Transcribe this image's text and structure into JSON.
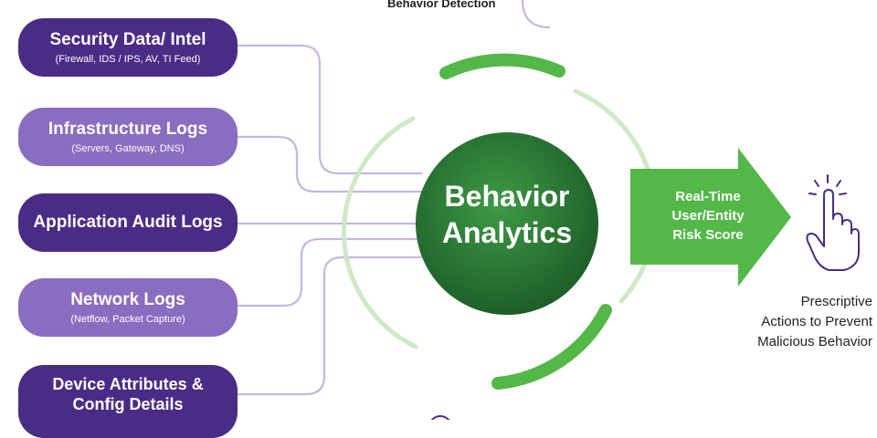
{
  "top_label": "Behavior Detection",
  "sources": [
    {
      "title": "Security Data/ Intel",
      "subtitle": "(Firewall, IDS / IPS,  AV,  TI Feed)",
      "style": "dark"
    },
    {
      "title": "Infrastructure Logs",
      "subtitle": "(Servers, Gateway, DNS)",
      "style": "light"
    },
    {
      "title": "Application Audit Logs",
      "subtitle": "",
      "style": "dark"
    },
    {
      "title": "Network Logs",
      "subtitle": "(Netflow, Packet Capture)",
      "style": "light"
    },
    {
      "title": "Device Attributes & Config Details",
      "subtitle": "",
      "style": "dark"
    }
  ],
  "hub": {
    "line1": "Behavior",
    "line2": "Analytics"
  },
  "output_arrow": {
    "line1": "Real-Time",
    "line2": "User/Entity",
    "line3": "Risk Score"
  },
  "action": {
    "line1": "Prescriptive",
    "line2": "Actions to Prevent",
    "line3": "Malicious Behavior"
  },
  "icons": [
    "tap-hand-icon"
  ],
  "colors": {
    "source_dark": "#4a2c86",
    "source_light": "#8a6cc0",
    "connector": "#c6b6e2",
    "hub_dark": "#1f6b2e",
    "hub_light": "#3f9a45",
    "ring_bright": "#53b848",
    "ring_pale": "#cfe8c6",
    "arrow": "#53b848",
    "icon": "#4a2c86"
  }
}
